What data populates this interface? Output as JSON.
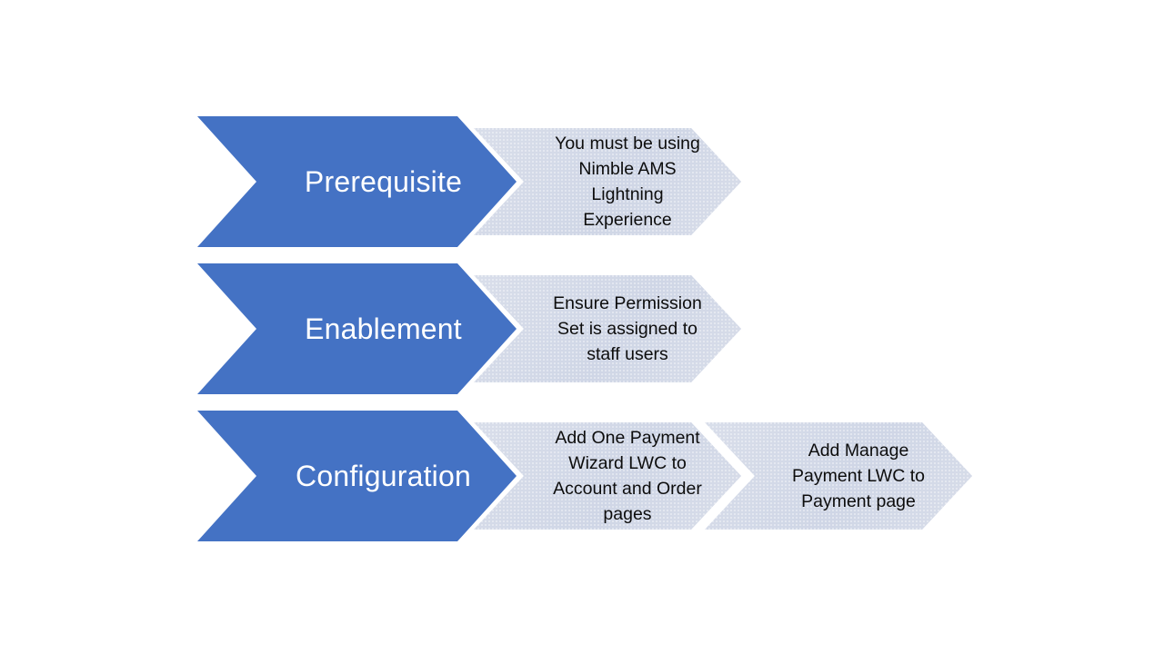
{
  "diagram": {
    "type": "chevron-process-flow",
    "background_color": "#FFFFFF",
    "stage_color": "#4472C4",
    "step_color": "#D6DCE9",
    "stage_text_color": "#FFFFFF",
    "step_text_color": "#0D0D0D",
    "rows": [
      {
        "id": "prerequisite",
        "stage_label": "Prerequisite",
        "steps": [
          {
            "id": "prerequisite-1",
            "label": "You must be using Nimble AMS Lightning Experience"
          }
        ]
      },
      {
        "id": "enablement",
        "stage_label": "Enablement",
        "steps": [
          {
            "id": "enablement-1",
            "label": "Ensure Permission Set is assigned to staff users"
          }
        ]
      },
      {
        "id": "configuration",
        "stage_label": "Configuration",
        "steps": [
          {
            "id": "configuration-1",
            "label": "Add One Payment Wizard LWC to Account and Order pages"
          },
          {
            "id": "configuration-2",
            "label": "Add Manage Payment LWC to Payment page"
          }
        ]
      }
    ]
  }
}
